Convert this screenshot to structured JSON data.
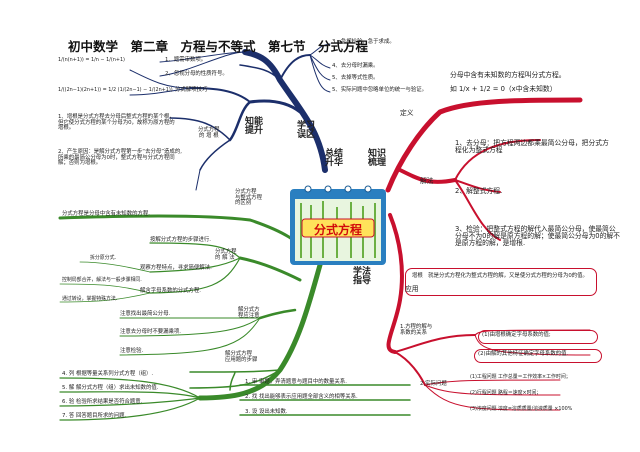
{
  "title": "初中数学　第二章　方程与不等式　第七节　分式方程",
  "center": {
    "label": "分式方程"
  },
  "hub_labels": {
    "zongjie": "总结\n升华",
    "xuexi": "学习\n误区",
    "zhishi_top": "知识\n梳理",
    "zhishi_left": "知能\n提升",
    "xuefa": "学法\n指导"
  },
  "top_left": {
    "formula1": "1/(n(n+1)) = 1/n − 1/(n+1)",
    "formula2": "1/((2n−1)(2n+1)) = 1/2 (1/(2n−1) − 1/(2n+1))",
    "items": [
      "1、题需审数项。",
      "2、忽视分母的性质符号。"
    ],
    "tips_label": "分式解项技巧",
    "zeng_gen": "分式方程\n的 增 根",
    "p1": "1、增根是分式方程去分母后整式方程的某个根，但它使分式方程的某个分母为0，故称为原方程的增根。",
    "p2": "2、产生原因：是解分式方程第一步“去分母”造成的,所乘的最简公分母为0时，整式方程与分式方程同解；否则为增根。"
  },
  "top_mid": {
    "items": [
      "3、急视检验，急于求成。",
      "4、去分母时漏乘。",
      "5、去掉等式性质。",
      "5、实际问题中忽略单位的统一与验证。"
    ]
  },
  "right": {
    "definition_label": "定义",
    "definition": "分母中含有未知数的方程叫分式方程。",
    "definition2": "如 1/x + 1/2 = 0（x中含未知数）",
    "method_label": "解法",
    "step1": "1、去分母：把方程两边都乘最简公分母，把分式方程化为整式方程",
    "step2": "2、解整式方程.",
    "step3": "3、检验：把整式方程的解代入最简公分母，使最简公分母不为0的解是原方程的解；使最简公分母为0的解不是原方程的解，是增根.",
    "zeng_note": "增根　就是分式方程化为整式方程的解，又是使分式方程的分母为0的值。",
    "app_label": "应用",
    "app1_label": "1.方程的解与\n系数的关系",
    "app1a": "(1)由增根确定字母系数的值;",
    "app1b": "(2)由解的其他特征确定字母系数的值.",
    "app2_label": "2.实际问题",
    "app2a": "(1)工程问题 工作总量＝工作效率×工作时间；",
    "app2b": "(2)行程问题 路程＝速度×时间；",
    "app2c": "(3)浓度问题 浓度=溶质质量/溶液质量 ×100%"
  },
  "left_bottom": {
    "diff_label": "分式方程\n与整式方程\n的区别",
    "diff": "分式方程是分母中含有未知数的方程.",
    "solve_label": "分式方程\n的 解 法",
    "s1": "按解分式方程的步骤进行.",
    "s2": "观察方程特点，寻求简便解法.",
    "s3": "拆分原分式.",
    "s4": "控制局部合并，解法与一般步骤相同.",
    "s5": "解含字母系数的分式方程.",
    "s6": "通过转设，掌握特殊方法.",
    "note_label": "解分式方\n程应注意",
    "n1": "注意找出最简公分母.",
    "n2": "注意去分母时不要漏乘项.",
    "n3": "注意检验.",
    "app_steps_label": "解分式方程\n应用题的步骤",
    "a1": "1. 审  审题，弄清题意与题目中的数量关系.",
    "a2": "2. 找  找出能够表示应用题全部含义的相等关系.",
    "a3": "3. 设  设出未知数.",
    "a4": "4. 列  根据等量关系列分式方程（组）.",
    "a5": "5. 解  解分式方程（组）求出未知数的值.",
    "a6": "6. 验  检验所求结果是否符合题意.",
    "a7": "7. 答  回答题目所求的问题."
  },
  "colors": {
    "red": "#c8102e",
    "green": "#3a8a2a",
    "navy": "#1c2f6b",
    "center_bg": "#2a7fc0"
  }
}
